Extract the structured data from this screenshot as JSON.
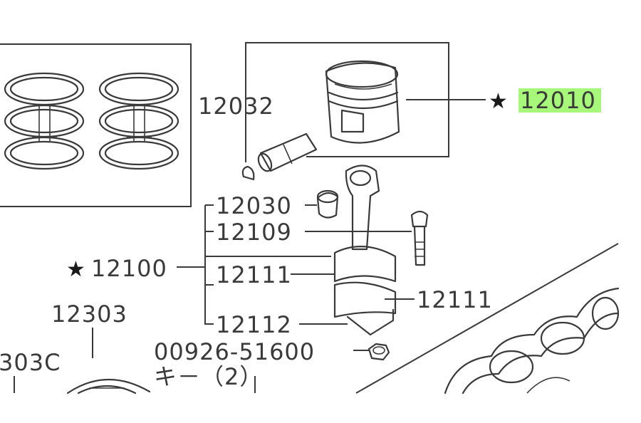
{
  "labels": {
    "piston_pin_number": "12032",
    "piston_number": "12010",
    "bushing_number": "12030",
    "bolt_number": "12109",
    "rod_assembly_number": "12100",
    "bearing_upper_number": "12111",
    "bearing_lower_number": "12111",
    "nut_number": "12112",
    "flywheel_number": "12303",
    "partial_number": "303C",
    "key_number": "00926-51600",
    "key_qty": "キ－（2）"
  },
  "markers": {
    "star": "★"
  },
  "colors": {
    "highlight": "#a6f77a",
    "ink": "#3a3a3a",
    "background": "#ffffff"
  }
}
